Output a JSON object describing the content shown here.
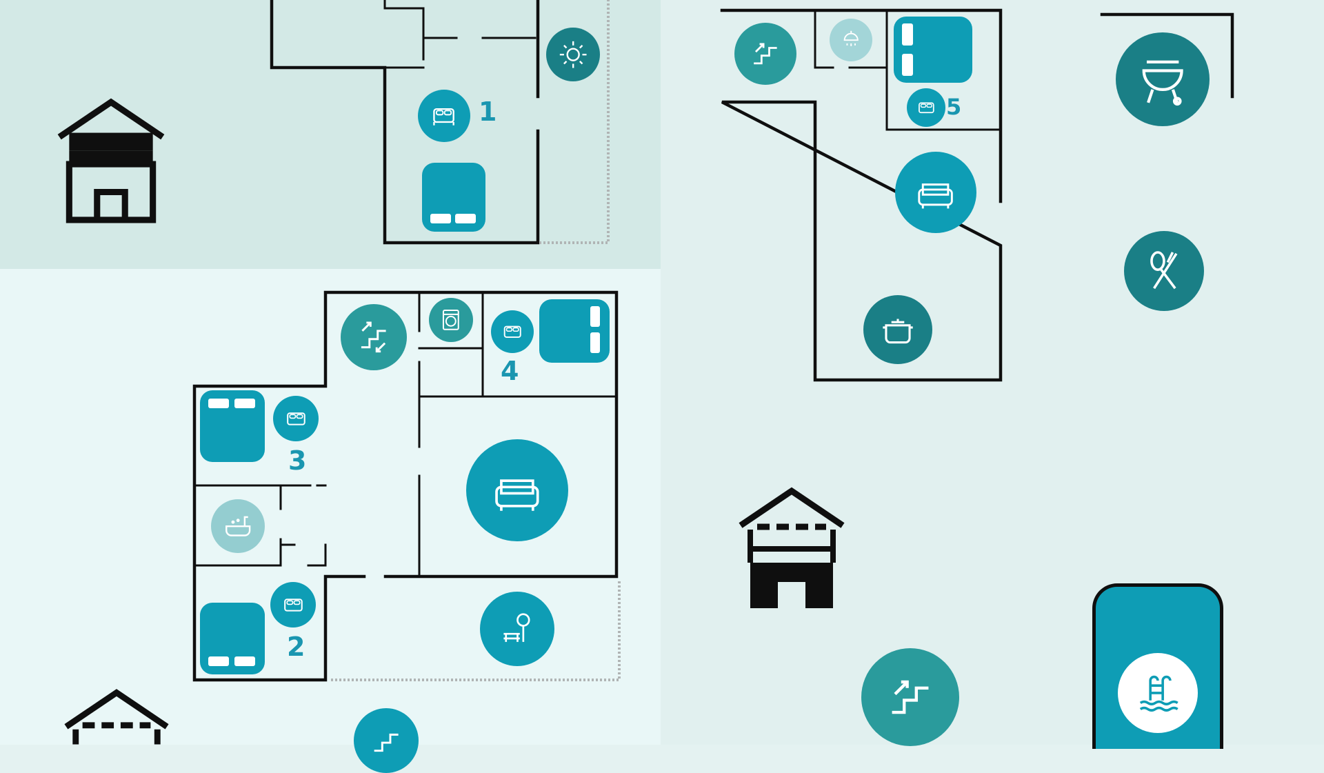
{
  "rooms": {
    "room_1": "1",
    "room_2": "2",
    "room_3": "3",
    "room_4": "4",
    "room_5": "5"
  },
  "icons": [
    "sun-icon",
    "bed-icon",
    "stairs-icon",
    "washing-machine-icon",
    "sofa-icon",
    "bathtub-icon",
    "garden-bench-icon",
    "shower-icon",
    "barbecue-icon",
    "cutlery-icon",
    "cooking-pot-icon",
    "pool-ladder-icon",
    "house-icon"
  ],
  "colors": {
    "accent": "#0e9db5",
    "dark_teal": "#1a7f86",
    "light_teal": "#94cdd0",
    "panel_top_left": "#d3e9e6",
    "panel_bottom_left": "#e9f7f7",
    "panel_right": "#e1f0ef",
    "wall": "#0f0f0f"
  }
}
